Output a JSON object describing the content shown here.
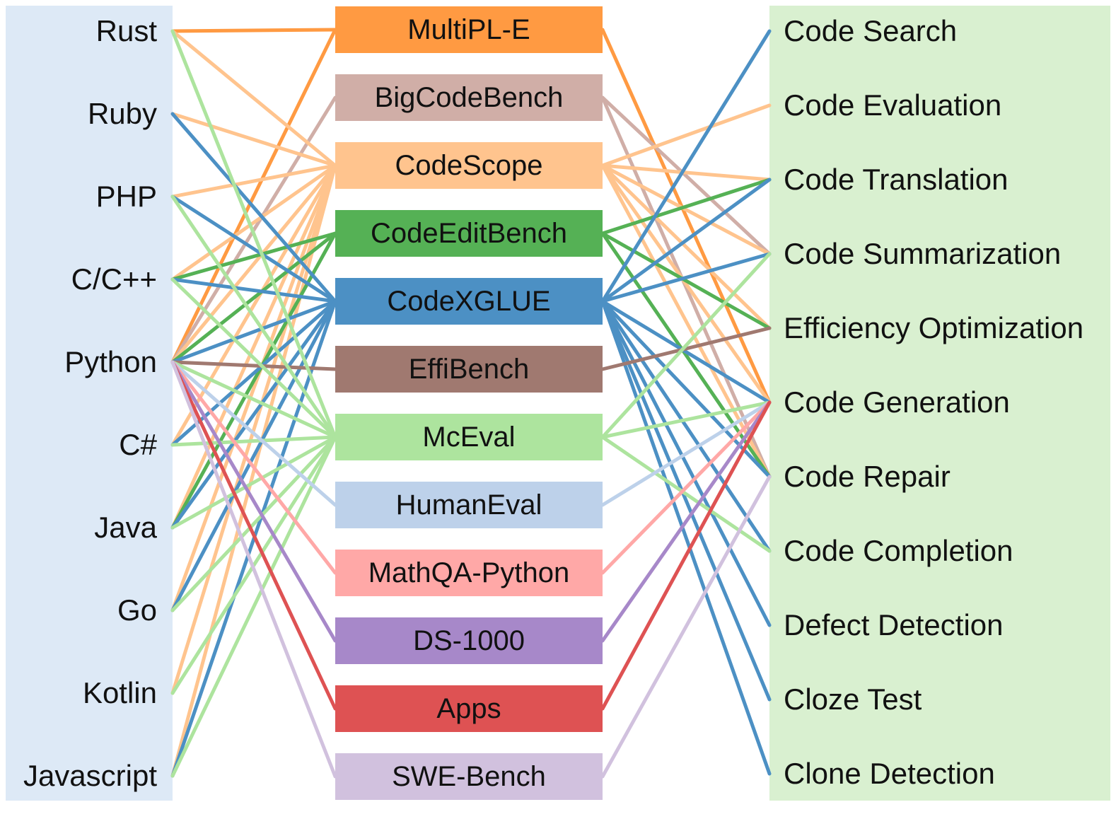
{
  "languages": [
    {
      "id": "rust",
      "label": "Rust"
    },
    {
      "id": "ruby",
      "label": "Ruby"
    },
    {
      "id": "php",
      "label": "PHP"
    },
    {
      "id": "cpp",
      "label": "C/C++"
    },
    {
      "id": "python",
      "label": "Python"
    },
    {
      "id": "csharp",
      "label": "C#"
    },
    {
      "id": "java",
      "label": "Java"
    },
    {
      "id": "go",
      "label": "Go"
    },
    {
      "id": "kotlin",
      "label": "Kotlin"
    },
    {
      "id": "javascript",
      "label": "Javascript"
    }
  ],
  "benchmarks": [
    {
      "id": "multipl-e",
      "label": "MultiPL-E",
      "color": "#ff9a42"
    },
    {
      "id": "bigcodebench",
      "label": "BigCodeBench",
      "color": "#d0aea7"
    },
    {
      "id": "codescope",
      "label": "CodeScope",
      "color": "#ffc48e"
    },
    {
      "id": "codeeditbench",
      "label": "CodeEditBench",
      "color": "#55b155"
    },
    {
      "id": "codexglue",
      "label": "CodeXGLUE",
      "color": "#4c90c4"
    },
    {
      "id": "effibench",
      "label": "EffiBench",
      "color": "#a07970"
    },
    {
      "id": "mceval",
      "label": "McEval",
      "color": "#ade49e"
    },
    {
      "id": "humaneval",
      "label": "HumanEval",
      "color": "#bdd1ea"
    },
    {
      "id": "mathqa-python",
      "label": "MathQA-Python",
      "color": "#ffa8a7"
    },
    {
      "id": "ds-1000",
      "label": "DS-1000",
      "color": "#a788c9"
    },
    {
      "id": "apps",
      "label": "Apps",
      "color": "#de5253"
    },
    {
      "id": "swe-bench",
      "label": "SWE-Bench",
      "color": "#d1c1de"
    }
  ],
  "tasks": [
    {
      "id": "code-search",
      "label": "Code Search"
    },
    {
      "id": "code-evaluation",
      "label": "Code Evaluation"
    },
    {
      "id": "code-translation",
      "label": "Code Translation"
    },
    {
      "id": "code-summarization",
      "label": "Code Summarization"
    },
    {
      "id": "efficiency-optimization",
      "label": "Efficiency Optimization"
    },
    {
      "id": "code-generation",
      "label": "Code Generation"
    },
    {
      "id": "code-repair",
      "label": "Code Repair"
    },
    {
      "id": "code-completion",
      "label": "Code Completion"
    },
    {
      "id": "defect-detection",
      "label": "Defect Detection"
    },
    {
      "id": "cloze-test",
      "label": "Cloze Test"
    },
    {
      "id": "clone-detection",
      "label": "Clone Detection"
    }
  ],
  "language_links": {
    "multipl-e": [
      "rust",
      "python"
    ],
    "bigcodebench": [
      "python"
    ],
    "codescope": [
      "rust",
      "ruby",
      "php",
      "cpp",
      "python",
      "csharp",
      "java",
      "go",
      "kotlin",
      "javascript"
    ],
    "codeeditbench": [
      "cpp",
      "python",
      "java"
    ],
    "codexglue": [
      "ruby",
      "php",
      "cpp",
      "python",
      "csharp",
      "java",
      "go",
      "javascript"
    ],
    "effibench": [
      "python"
    ],
    "mceval": [
      "rust",
      "php",
      "cpp",
      "python",
      "csharp",
      "java",
      "go",
      "kotlin",
      "javascript"
    ],
    "humaneval": [
      "python"
    ],
    "mathqa-python": [
      "python"
    ],
    "ds-1000": [
      "python"
    ],
    "apps": [
      "python"
    ],
    "swe-bench": [
      "python"
    ]
  },
  "task_links": {
    "multipl-e": [
      "code-generation"
    ],
    "bigcodebench": [
      "code-summarization",
      "code-repair"
    ],
    "codescope": [
      "code-evaluation",
      "code-translation",
      "code-summarization",
      "efficiency-optimization",
      "code-generation",
      "code-repair"
    ],
    "codeeditbench": [
      "code-translation",
      "efficiency-optimization",
      "code-repair"
    ],
    "codexglue": [
      "code-search",
      "code-translation",
      "code-summarization",
      "code-generation",
      "code-repair",
      "code-completion",
      "defect-detection",
      "cloze-test",
      "clone-detection"
    ],
    "effibench": [
      "efficiency-optimization"
    ],
    "mceval": [
      "code-summarization",
      "code-generation",
      "code-completion"
    ],
    "humaneval": [
      "code-generation"
    ],
    "mathqa-python": [
      "code-generation"
    ],
    "ds-1000": [
      "code-generation"
    ],
    "apps": [
      "code-generation"
    ],
    "swe-bench": [
      "code-repair"
    ]
  }
}
